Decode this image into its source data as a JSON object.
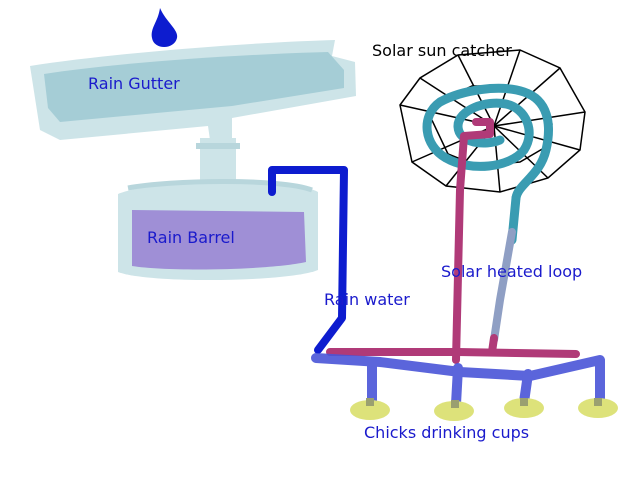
{
  "labels": {
    "gutter": "Rain Gutter",
    "barrel": "Rain Barrel",
    "sun_catcher": "Solar sun catcher",
    "heated_loop": "Solar heated loop",
    "rain_water": "Rain water",
    "cups": "Chicks drinking cups"
  },
  "colors": {
    "label_blue": "#1a1acc",
    "label_black": "#000000",
    "gutter_frame": "#cde4e8",
    "gutter_water": "#a5cdd6",
    "barrel_water": "#9f8fd6",
    "rain_pipe": "#0d1ccf",
    "heated_pipe": "#b03a78",
    "coil": "#3a9cb2",
    "cups": "#dde27a",
    "drop": "#0d1ccf"
  }
}
